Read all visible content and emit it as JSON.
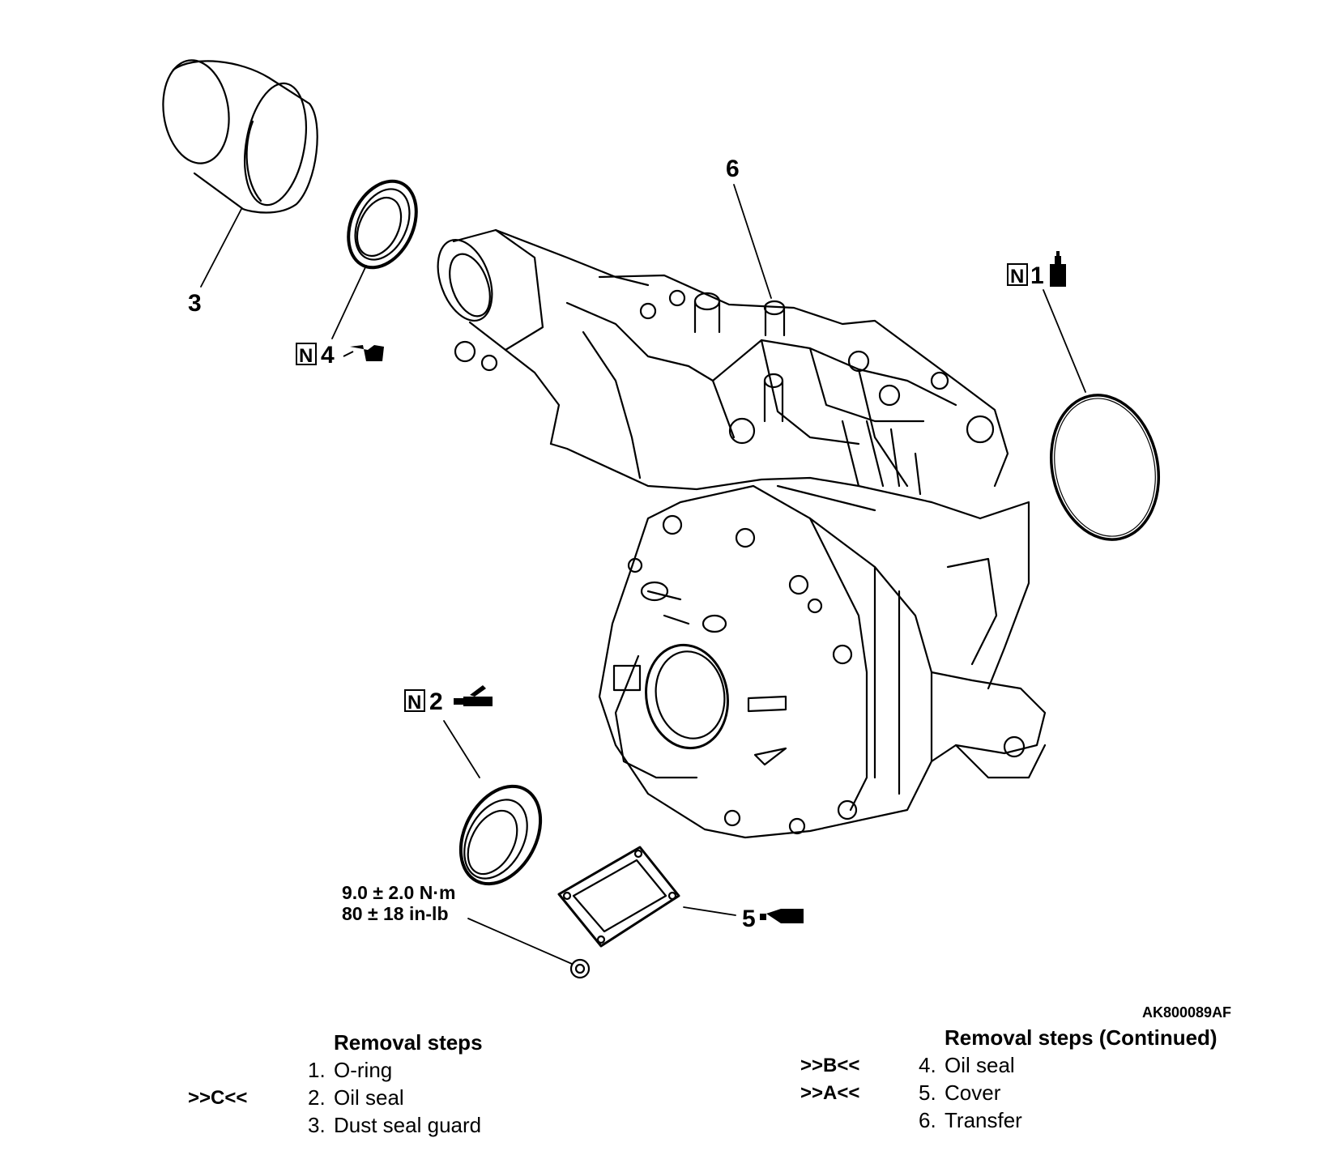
{
  "callouts": {
    "c1": "1",
    "c2": "2",
    "c3": "3",
    "c4": "4",
    "c5": "5",
    "c6": "6"
  },
  "new_part_mark": "N",
  "icons": {
    "c1": "adhesive-tube-icon",
    "c2": "grease-gun-icon",
    "c4": "oil-can-icon",
    "c5": "sealant-tube-icon"
  },
  "torque": {
    "line1": "9.0 ± 2.0 N·m",
    "line2": "80 ± 18 in-lb"
  },
  "figure_code": "AK800089AF",
  "removal_steps": {
    "title": "Removal steps",
    "items": [
      {
        "ref": "",
        "num": "1.",
        "label": "O-ring"
      },
      {
        "ref": ">>C<<",
        "num": "2.",
        "label": "Oil seal"
      },
      {
        "ref": "",
        "num": "3.",
        "label": "Dust seal guard"
      }
    ]
  },
  "removal_steps_continued": {
    "title": "Removal steps (Continued)",
    "items": [
      {
        "ref": ">>B<<",
        "num": "4.",
        "label": "Oil seal"
      },
      {
        "ref": ">>A<<",
        "num": "5.",
        "label": "Cover"
      },
      {
        "ref": "",
        "num": "6.",
        "label": "Transfer"
      }
    ]
  }
}
